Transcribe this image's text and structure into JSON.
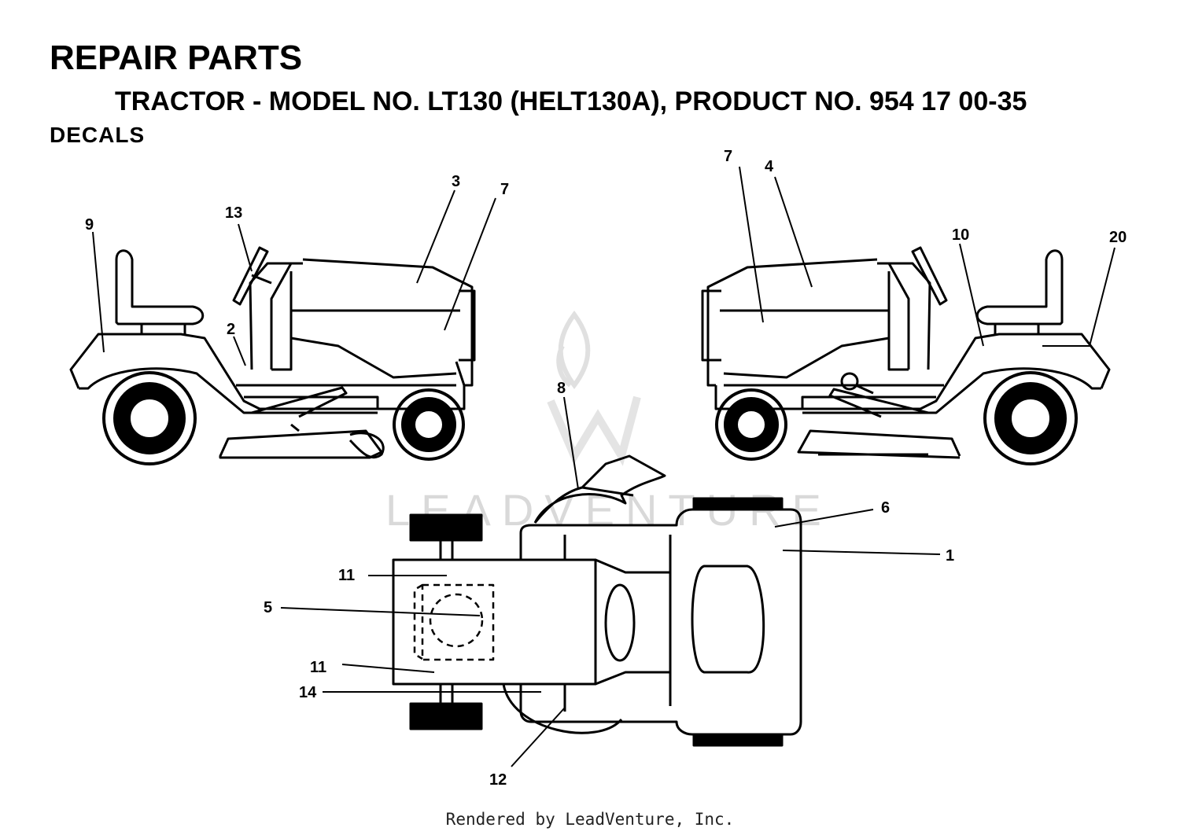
{
  "header": {
    "title": "REPAIR PARTS",
    "subtitle": "TRACTOR - MODEL NO. LT130 (HELT130A), PRODUCT NO. 954 17 00-35",
    "section": "DECALS"
  },
  "watermark": {
    "text": "LEADVENTURE"
  },
  "footer": {
    "text": "Rendered by LeadVenture, Inc."
  },
  "callouts": {
    "left_view": [
      "9",
      "13",
      "2",
      "3",
      "7"
    ],
    "right_view": [
      "7",
      "4",
      "10",
      "20"
    ],
    "top_view": [
      "8",
      "6",
      "1",
      "11",
      "5",
      "11",
      "14",
      "12"
    ]
  },
  "colors": {
    "ink": "#000000",
    "watermark": "#d9d9d9"
  }
}
